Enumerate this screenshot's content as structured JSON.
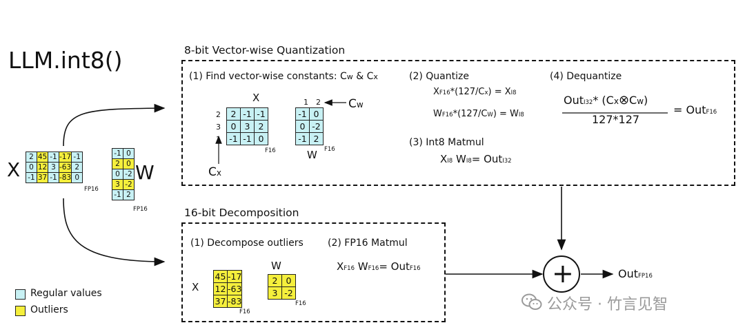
{
  "title": "LLM.int8()",
  "vector_section": {
    "title": "8-bit Vector-wise Quantization",
    "step1": {
      "label_prefix": "(1) Find vector-wise constants: C",
      "label_w_sub": "w",
      "label_amp": " & C",
      "label_x_sub": "x",
      "x_name": "X",
      "x_rows": [
        [
          "2",
          "-1",
          "-1"
        ],
        [
          "0",
          "3",
          "2"
        ],
        [
          "-1",
          "-1",
          "0"
        ]
      ],
      "x_row_ticks": [
        "2",
        "3",
        "1"
      ],
      "x_fmt": "F16",
      "cx_label": "C",
      "cx_sub": "x",
      "w_col_ticks": "1  2",
      "w_rows": [
        [
          "-1",
          "0"
        ],
        [
          "0",
          "-2"
        ],
        [
          "-1",
          "2"
        ]
      ],
      "w_name": "W",
      "w_fmt": "F16",
      "cw_label": "C",
      "cw_sub": "w"
    },
    "step2": {
      "label": "(2) Quantize",
      "eq1_a": "X",
      "eq1_a_sub": "F16",
      "eq1_b": "*(127/C",
      "eq1_b_sub": "x",
      "eq1_c": ") = X",
      "eq1_c_sub": "I8",
      "eq2_a": "W",
      "eq2_a_sub": "F16",
      "eq2_b": "*(127/C",
      "eq2_b_sub": "W",
      "eq2_c": ") = W",
      "eq2_c_sub": "I8"
    },
    "step3": {
      "label": "(3) Int8 Matmul",
      "a": "X",
      "a_sub": "I8",
      "b": " W",
      "b_sub": "I8",
      "c": "= Out",
      "c_sub": "I32"
    },
    "step4": {
      "label": "(4) Dequantize",
      "num_a": "Out",
      "num_a_sub": "I32",
      "num_b": "*  (C",
      "num_b_sub": "x",
      "num_op": "⊗",
      "num_c": "C",
      "num_c_sub": "w",
      "num_d": ")",
      "den": "127*127",
      "rhs": "= Out",
      "rhs_sub": "F16"
    }
  },
  "input": {
    "x_name": "X",
    "x_rows": [
      [
        "2",
        "45",
        "-1",
        "-17",
        "-1"
      ],
      [
        "0",
        "12",
        "3",
        "-63",
        "2"
      ],
      [
        "-1",
        "37",
        "-1",
        "-83",
        "0"
      ]
    ],
    "x_outlier_cols": [
      1,
      3
    ],
    "x_fmt": "FP16",
    "w_name": "W",
    "w_rows": [
      [
        "-1",
        "0"
      ],
      [
        "2",
        "0"
      ],
      [
        "0",
        "-2"
      ],
      [
        "3",
        "-2"
      ],
      [
        "-1",
        "2"
      ]
    ],
    "w_outlier_rows": [
      1,
      3
    ],
    "w_fmt": "FP16"
  },
  "decomp_section": {
    "title": "16-bit Decomposition",
    "step1": {
      "label": "(1) Decompose outliers",
      "x_name": "X",
      "x_rows": [
        [
          "45",
          "-17"
        ],
        [
          "12",
          "-63"
        ],
        [
          "37",
          "-83"
        ]
      ],
      "x_fmt": "F16",
      "w_name": "W",
      "w_rows": [
        [
          "2",
          "0"
        ],
        [
          "3",
          "-2"
        ]
      ],
      "w_fmt": "F16"
    },
    "step2": {
      "label": "(2) FP16 Matmul",
      "a": "X",
      "a_sub": "F16",
      "b": " W",
      "b_sub": "F16",
      "c": "= Out",
      "c_sub": "F16"
    }
  },
  "sum": {
    "symbol": "+",
    "out": "Out",
    "out_sub": "FP16"
  },
  "legend": {
    "regular": "Regular values",
    "outliers": "Outliers"
  },
  "colors": {
    "regular": "#c8f1f4",
    "outlier": "#f5ef3c"
  },
  "watermark": "公众号 · 竹言见智"
}
